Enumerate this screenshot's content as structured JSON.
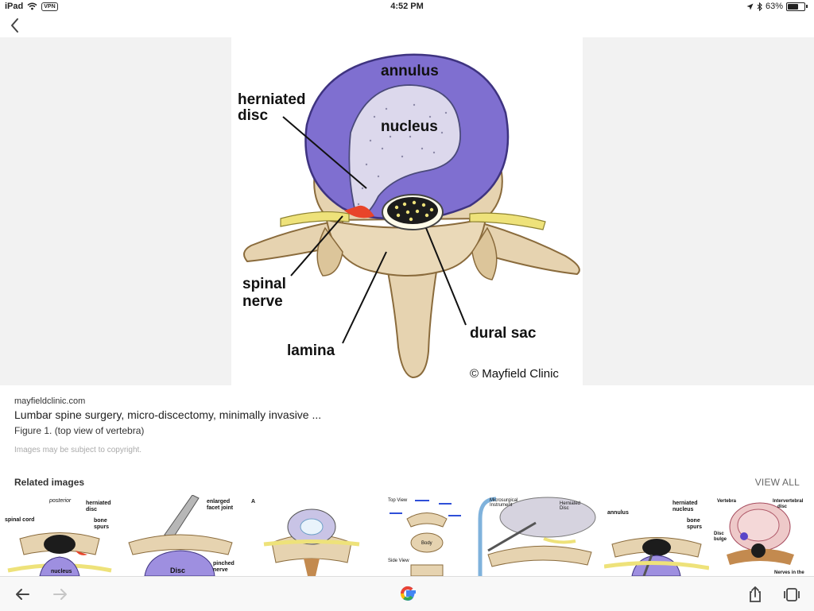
{
  "status_bar": {
    "device": "iPad",
    "vpn": "VPN",
    "time": "4:52 PM",
    "battery_percent": "63%",
    "battery_level": 0.63,
    "icons": [
      "wifi-icon",
      "location-arrow-icon",
      "bluetooth-icon",
      "battery-icon"
    ]
  },
  "figure": {
    "labels": {
      "annulus": "annulus",
      "nucleus": "nucleus",
      "herniated_1": "herniated",
      "herniated_2": "disc",
      "spinal_1": "spinal",
      "spinal_2": "nerve",
      "lamina": "lamina",
      "dural_sac": "dural sac",
      "credit": "© Mayfield Clinic"
    },
    "colors": {
      "annulus": "#7f6fd0",
      "nucleus": "#d9d5ea",
      "bone": "#e6d3b0",
      "nerve": "#eee27a",
      "herniation": "#e8442a"
    }
  },
  "result": {
    "domain": "mayfieldclinic.com",
    "title": "Lumbar spine surgery, micro-discectomy, minimally invasive ...",
    "caption": "Figure 1. (top view of vertebra)",
    "copyright": "Images may be subject to copyright."
  },
  "related": {
    "heading": "Related images",
    "view_all": "VIEW ALL",
    "thumbs": [
      {
        "labels": [
          "posterior",
          "spinal cord",
          "herniated",
          "disc",
          "bone",
          "spurs",
          "nucleus"
        ]
      },
      {
        "labels": [
          "enlarged",
          "facet joint",
          "Disc",
          "pinched",
          "nerve"
        ]
      },
      {
        "labels": [
          "A"
        ]
      },
      {
        "labels": [
          "Top View",
          "Side View",
          "Body"
        ]
      },
      {
        "labels": [
          "Microsurgical",
          "Instrument",
          "Herniated",
          "Disc"
        ]
      },
      {
        "labels": [
          "annulus",
          "herniated",
          "nucleus",
          "bone",
          "spurs"
        ]
      },
      {
        "labels": [
          "Vertebra",
          "Intervertebral",
          "disc",
          "Disc",
          "bulge",
          "Nerves in the"
        ]
      }
    ]
  },
  "bottom_bar": {
    "icons": [
      "back-arrow-icon",
      "forward-arrow-icon",
      "google-logo",
      "share-icon",
      "tabs-icon"
    ],
    "google_letter": "G"
  }
}
